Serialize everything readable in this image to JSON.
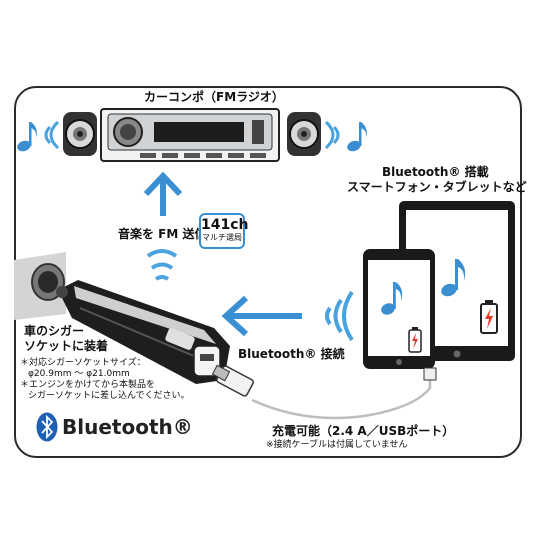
{
  "title": "カーコンポ（FMラジオ）",
  "device_title_line1": "Bluetooth® 搭載",
  "device_title_line2": "スマートフォン・タブレットなど",
  "fm_label": "音楽を FM 送信",
  "badge": {
    "ch": "141ch",
    "sub": "マルチ選局"
  },
  "bt_connect": "Bluetooth® 接続",
  "socket_title_line1": "車のシガー",
  "socket_title_line2": "ソケットに装着",
  "notes": [
    "＊対応シガーソケットサイズ：",
    "φ20.9mm ～ φ21.0mm",
    "＊エンジンをかけてから本製品を",
    "シガーソケットに差し込んでください。"
  ],
  "brand": "Bluetooth®",
  "charge_label": "充電可能（2.4 A／USBポート）",
  "cable_note": "※接続ケーブルは付属していません",
  "colors": {
    "accent_blue": "#3a8fd3",
    "wave_blue": "#4aa3df",
    "battery_red": "#e23b2a",
    "frame": "#2a2a2a"
  },
  "icons": [
    "music-note-icon",
    "speaker-icon",
    "car-stereo-icon",
    "up-arrow-icon",
    "left-arrow-icon",
    "signal-waves-icon",
    "smartphone-icon",
    "tablet-icon",
    "battery-charging-icon",
    "fm-transmitter-icon",
    "cigar-socket-icon",
    "usb-cable-icon",
    "bluetooth-logo-icon"
  ]
}
